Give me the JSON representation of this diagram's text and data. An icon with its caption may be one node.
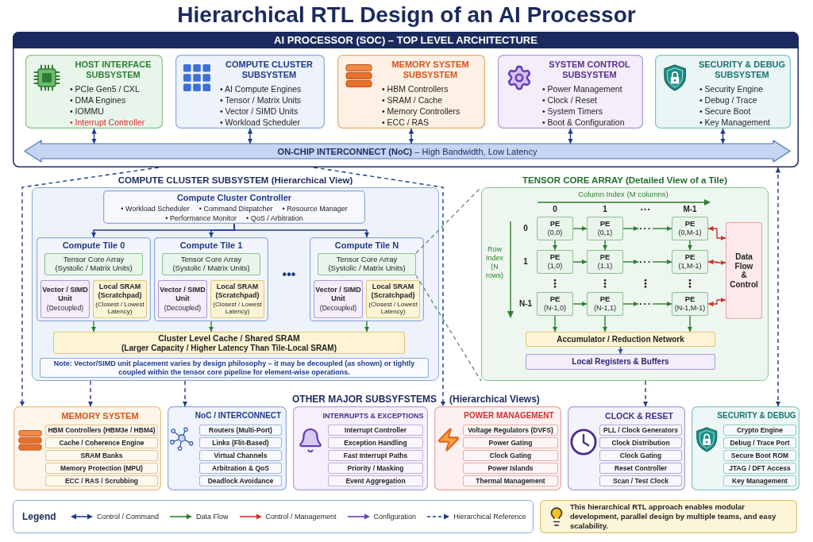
{
  "diagram": {
    "title": "Hierarchical RTL Design of an AI Processor",
    "nodes": [
      {
        "text": [
          "AI PROCESSOR (SOC) – TOP LEVEL ARCHITECTURE"
        ]
      },
      {
        "text": [
          "HOST INTERFACE SUBSYSTEM",
          "• PCIe Gen5 / CXL",
          "• DMA Engines",
          "• IOMMU",
          "• Interrupt Controller"
        ],
        "in": 0
      },
      {
        "text": [
          "COMPUTE CLUSTER SUBSYSTEM",
          "• AI Compute Engines",
          "• Tensor / Matrix Units",
          "• Vector / SIMD Units",
          "• Workload Scheduler"
        ],
        "in": 0
      },
      {
        "text": [
          "MEMORY SYSTEM SUBSYSTEM",
          "• HBM Controllers",
          "• SRAM / Cache",
          "• Memory Controllers",
          "• ECC / RAS"
        ],
        "in": 0
      },
      {
        "text": [
          "SYSTEM CONTROL SUBSYSTEM",
          "• Power Management",
          "• Clock / Reset",
          "• System Timers",
          "• Boot & Configuration"
        ],
        "in": 0
      },
      {
        "text": [
          "SECURITY & DEBUG SUBSYSTEM",
          "• Security Engine",
          "• Debug / Trace",
          "• Secure Boot",
          "• Key Management"
        ],
        "in": 0
      },
      {
        "text": [
          "**ON-CHIP INTERCONNECT (NoC)** – High Bandwidth, Low Latency"
        ],
        "in": 0
      },
      {
        "text": [
          "COMPUTE CLUSTER SUBSYSTEM (Hierarchical View)"
        ]
      },
      {
        "text": [
          "Compute Cluster Controller",
          "• Workload Scheduler",
          "• Command Dispatcher",
          "• Resource Manager",
          "• Performance Monitor",
          "• QoS / Arbitration"
        ],
        "in": 7
      },
      {
        "text": [
          "Compute Tile 0"
        ],
        "in": 7
      },
      {
        "text": [
          "Tensor Core Array (Systolic / Matrix Units)"
        ],
        "in": 9
      },
      {
        "text": [
          "Vector / SIMD Unit",
          "(Decoupled)"
        ],
        "in": 9
      },
      {
        "text": [
          "Local SRAM (Scratchpad)",
          "(Closest / Lowest Latency)"
        ],
        "in": 9
      },
      {
        "text": [
          "Compute Tile 1"
        ],
        "in": 7
      },
      {
        "text": [
          "Tensor Core Array (Systolic / Matrix Units)"
        ],
        "in": 13
      },
      {
        "text": [
          "Vector / SIMD Unit",
          "(Decoupled)"
        ],
        "in": 13
      },
      {
        "text": [
          "Local SRAM (Scratchpad)",
          "(Closest / Lowest Latency)"
        ],
        "in": 13
      },
      {
        "text": [
          "Compute Tile N"
        ],
        "in": 7
      },
      {
        "text": [
          "Tensor Core Array (Systolic / Matrix Units)"
        ],
        "in": 17
      },
      {
        "text": [
          "Vector / SIMD Unit",
          "(Decoupled)"
        ],
        "in": 17
      },
      {
        "text": [
          "Local SRAM (Scratchpad)",
          "(Closest / Lowest Latency)"
        ],
        "in": 17
      },
      {
        "text": [
          "Cluster Level Cache / Shared SRAM",
          "(Larger Capacity / Higher Latency Than Tile-Local SRAM)"
        ],
        "in": 7
      },
      {
        "text": [
          "Note: Vector/SIMD unit placement varies by design philosophy – it may be decoupled (as shown) or tightly coupled within the tensor core pipeline for element-wise operations."
        ],
        "in": 7
      },
      {
        "text": [
          "TENSOR CORE ARRAY (Detailed View of a Tile)"
        ]
      },
      {
        "text": [
          "PE",
          "(0,0)"
        ],
        "in": 23
      },
      {
        "text": [
          "PE",
          "(0,1)"
        ],
        "in": 23
      },
      {
        "text": [
          "···"
        ],
        "in": 23
      },
      {
        "text": [
          "PE",
          "(0,M-1)"
        ],
        "in": 23
      },
      {
        "text": [
          "PE",
          "(1,0)"
        ],
        "in": 23
      },
      {
        "text": [
          "PE",
          "(1,1)"
        ],
        "in": 23
      },
      {
        "text": [
          "···"
        ],
        "in": 23
      },
      {
        "text": [
          "PE",
          "(1,M-1)"
        ],
        "in": 23
      },
      {
        "text": [
          "PE",
          "(N-1,0)"
        ],
        "in": 23
      },
      {
        "text": [
          "PE",
          "(N-1,1)"
        ],
        "in": 23
      },
      {
        "text": [
          "···"
        ],
        "in": 23
      },
      {
        "text": [
          "PE",
          "(N-1,M-1)"
        ],
        "in": 23
      },
      {
        "text": [
          "Data Flow & Control"
        ],
        "in": 23
      },
      {
        "text": [
          "Accumulator / Reduction Network"
        ],
        "in": 23
      },
      {
        "text": [
          "Local Registers & Buffers"
        ],
        "in": 23
      },
      {
        "text": [
          "MEMORY SYSTEM"
        ]
      },
      {
        "text": [
          "HBM Controllers (HBM3e / HBM4)"
        ],
        "in": 39
      },
      {
        "text": [
          "Cache / Coherence Engine"
        ],
        "in": 39
      },
      {
        "text": [
          "SRAM Banks"
        ],
        "in": 39
      },
      {
        "text": [
          "Memory Protection (MPU)"
        ],
        "in": 39
      },
      {
        "text": [
          "ECC / RAS / Scrubbing"
        ],
        "in": 39
      },
      {
        "text": [
          "NoC / INTERCONNECT"
        ]
      },
      {
        "text": [
          "Routers (Multi-Port)"
        ],
        "in": 45
      },
      {
        "text": [
          "Links (Flit-Based)"
        ],
        "in": 45
      },
      {
        "text": [
          "Virtual Channels"
        ],
        "in": 45
      },
      {
        "text": [
          "Arbitration & QoS"
        ],
        "in": 45
      },
      {
        "text": [
          "Deadlock Avoidance"
        ],
        "in": 45
      },
      {
        "text": [
          "INTERRUPTS & EXCEPTIONS"
        ]
      },
      {
        "text": [
          "Interrupt Controller"
        ],
        "in": 51
      },
      {
        "text": [
          "Exception Handling"
        ],
        "in": 51
      },
      {
        "text": [
          "Fast Interrupt Paths"
        ],
        "in": 51
      },
      {
        "text": [
          "Priority / Masking"
        ],
        "in": 51
      },
      {
        "text": [
          "Event Aggregation"
        ],
        "in": 51
      },
      {
        "text": [
          "POWER MANAGEMENT"
        ]
      },
      {
        "text": [
          "Voltage Regulators (DVFS)"
        ],
        "in": 57
      },
      {
        "text": [
          "Power Gating"
        ],
        "in": 57
      },
      {
        "text": [
          "Clock Gating"
        ],
        "in": 57
      },
      {
        "text": [
          "Power Islands"
        ],
        "in": 57
      },
      {
        "text": [
          "Thermal Management"
        ],
        "in": 57
      },
      {
        "text": [
          "CLOCK & RESET"
        ]
      },
      {
        "text": [
          "PLL / Clock Generators"
        ],
        "in": 63
      },
      {
        "text": [
          "Clock Distribution"
        ],
        "in": 63
      },
      {
        "text": [
          "Clock Gating"
        ],
        "in": 63
      },
      {
        "text": [
          "Reset Controller"
        ],
        "in": 63
      },
      {
        "text": [
          "Scan / Test Clock"
        ],
        "in": 63
      },
      {
        "text": [
          "SECURITY & DEBUG"
        ]
      },
      {
        "text": [
          "Crypto Engine"
        ],
        "in": 69
      },
      {
        "text": [
          "Debug / Trace Port"
        ],
        "in": 69
      },
      {
        "text": [
          "Secure Boot ROM"
        ],
        "in": 69
      },
      {
        "text": [
          "JTAG / DFT Access"
        ],
        "in": 69
      },
      {
        "text": [
          "Key Management"
        ],
        "in": 69
      },
      {
        "text": [
          "This hierarchical RTL approach enables modular development, parallel design by multiple teams, and easy scalability."
        ]
      }
    ],
    "edges": [
      {
        "from": 1,
        "to": 6,
        "arrow": "both",
        "color": "#1e3a8a"
      },
      {
        "from": 2,
        "to": 6,
        "arrow": "both",
        "color": "#1e3a8a"
      },
      {
        "from": 3,
        "to": 6,
        "arrow": "both",
        "color": "#1e3a8a"
      },
      {
        "from": 4,
        "to": 6,
        "arrow": "both",
        "color": "#1e3a8a"
      },
      {
        "from": 5,
        "to": 6,
        "arrow": "both",
        "color": "#1e3a8a"
      },
      {
        "from": 8,
        "to": 9,
        "arrow": "to",
        "color": "#1e3a8a"
      },
      {
        "from": 8,
        "to": 13,
        "arrow": "to",
        "color": "#1e3a8a"
      },
      {
        "from": 8,
        "to": 17,
        "arrow": "to",
        "color": "#1e3a8a"
      },
      {
        "from": 9,
        "to": 21,
        "arrow": "to"
      },
      {
        "from": 13,
        "to": 21,
        "arrow": "to"
      },
      {
        "from": 17,
        "to": 21,
        "arrow": "to"
      },
      {
        "from": 18,
        "to": 23,
        "arrow": "none",
        "style": "dashed",
        "color": "#6b8a76"
      },
      {
        "from": 24,
        "to": 25,
        "arrow": "to"
      },
      {
        "from": 25,
        "to": 26,
        "arrow": "to"
      },
      {
        "from": 26,
        "to": 27,
        "arrow": "to"
      },
      {
        "from": 28,
        "to": 29,
        "arrow": "to"
      },
      {
        "from": 29,
        "to": 30,
        "arrow": "to"
      },
      {
        "from": 30,
        "to": 31,
        "arrow": "to"
      },
      {
        "from": 32,
        "to": 33,
        "arrow": "to"
      },
      {
        "from": 33,
        "to": 34,
        "arrow": "to"
      },
      {
        "from": 34,
        "to": 35,
        "arrow": "to"
      },
      {
        "from": 24,
        "to": 28,
        "arrow": "to"
      },
      {
        "from": 25,
        "to": 29,
        "arrow": "to"
      },
      {
        "from": 27,
        "to": 31,
        "arrow": "to"
      },
      {
        "from": 32,
        "to": 37,
        "arrow": "to"
      },
      {
        "from": 33,
        "to": 37,
        "arrow": "to"
      },
      {
        "from": 35,
        "to": 37,
        "arrow": "to"
      },
      {
        "from": 37,
        "to": 38,
        "arrow": "to",
        "color": "#3949ab"
      },
      {
        "from": 27,
        "to": 36,
        "arrow": "both",
        "color": "#d32f2f"
      },
      {
        "from": 31,
        "to": 36,
        "arrow": "both",
        "color": "#d32f2f"
      },
      {
        "from": 35,
        "to": 36,
        "arrow": "both",
        "color": "#d32f2f"
      },
      {
        "from": 0,
        "to": 39,
        "arrow": "to",
        "style": "dashed",
        "color": "#1e3a8a"
      },
      {
        "from": 7,
        "to": 39,
        "arrow": "to",
        "style": "dashed",
        "color": "#1e3a8a"
      },
      {
        "from": 7,
        "to": 45,
        "arrow": "to",
        "style": "dashed",
        "color": "#1e3a8a"
      },
      {
        "from": 0,
        "to": 57,
        "arrow": "to",
        "style": "dashed",
        "color": "#1e3a8a"
      },
      {
        "from": 23,
        "to": 63,
        "arrow": "to",
        "style": "dashed",
        "color": "#1e3a8a"
      },
      {
        "from": 0,
        "to": 69,
        "arrow": "both",
        "style": "dashed",
        "color": "#1e3a8a"
      }
    ],
    "labels": [
      "•••",
      "Column Index (M columns)",
      "0",
      "1",
      "···",
      "M-1",
      "0",
      "Row Index (N rows)",
      "1",
      "⋮",
      "⋮",
      "⋮",
      "⋮",
      "N-1",
      "OTHER MAJOR SUBSYFSTEMS",
      "(Hierarchical Views)",
      "Legend"
    ],
    "legend": [
      {
        "text": "Control / Command"
      },
      {
        "text": "Data Flow"
      },
      {
        "text": "Control / Management"
      },
      {
        "text": "Configuration"
      },
      {
        "text": "Hierarchical Reference"
      }
    ]
  }
}
